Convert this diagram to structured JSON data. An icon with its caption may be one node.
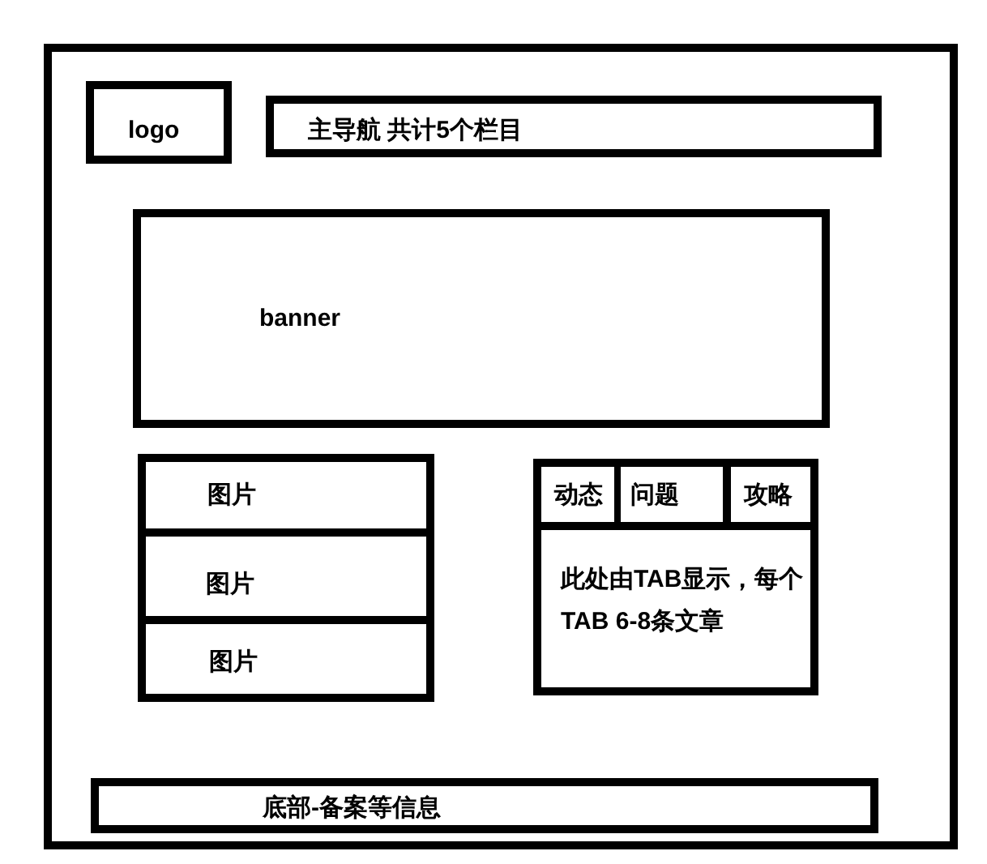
{
  "diagram": {
    "nodes": [
      {
        "text": [],
        "shape": "box"
      },
      {
        "text": [
          "logo"
        ],
        "in": 0
      },
      {
        "text": [
          "主导航 共计5个栏目"
        ],
        "in": 0
      },
      {
        "text": [
          "banner"
        ],
        "in": 0
      },
      {
        "text": [],
        "shape": "box",
        "in": 0
      },
      {
        "text": [
          "图片"
        ],
        "in": 4
      },
      {
        "text": [
          "图片"
        ],
        "in": 4
      },
      {
        "text": [
          "图片"
        ],
        "in": 4
      },
      {
        "text": [],
        "shape": "box",
        "in": 0
      },
      {
        "text": [
          "动态"
        ],
        "in": 8
      },
      {
        "text": [
          "问题"
        ],
        "in": 8
      },
      {
        "text": [
          "攻略"
        ],
        "in": 8
      },
      {
        "text": [
          "此处由TAB显示，每个TAB 6-8条文章"
        ],
        "in": 8
      },
      {
        "text": [
          "底部-备案等信息"
        ],
        "in": 0
      }
    ]
  }
}
